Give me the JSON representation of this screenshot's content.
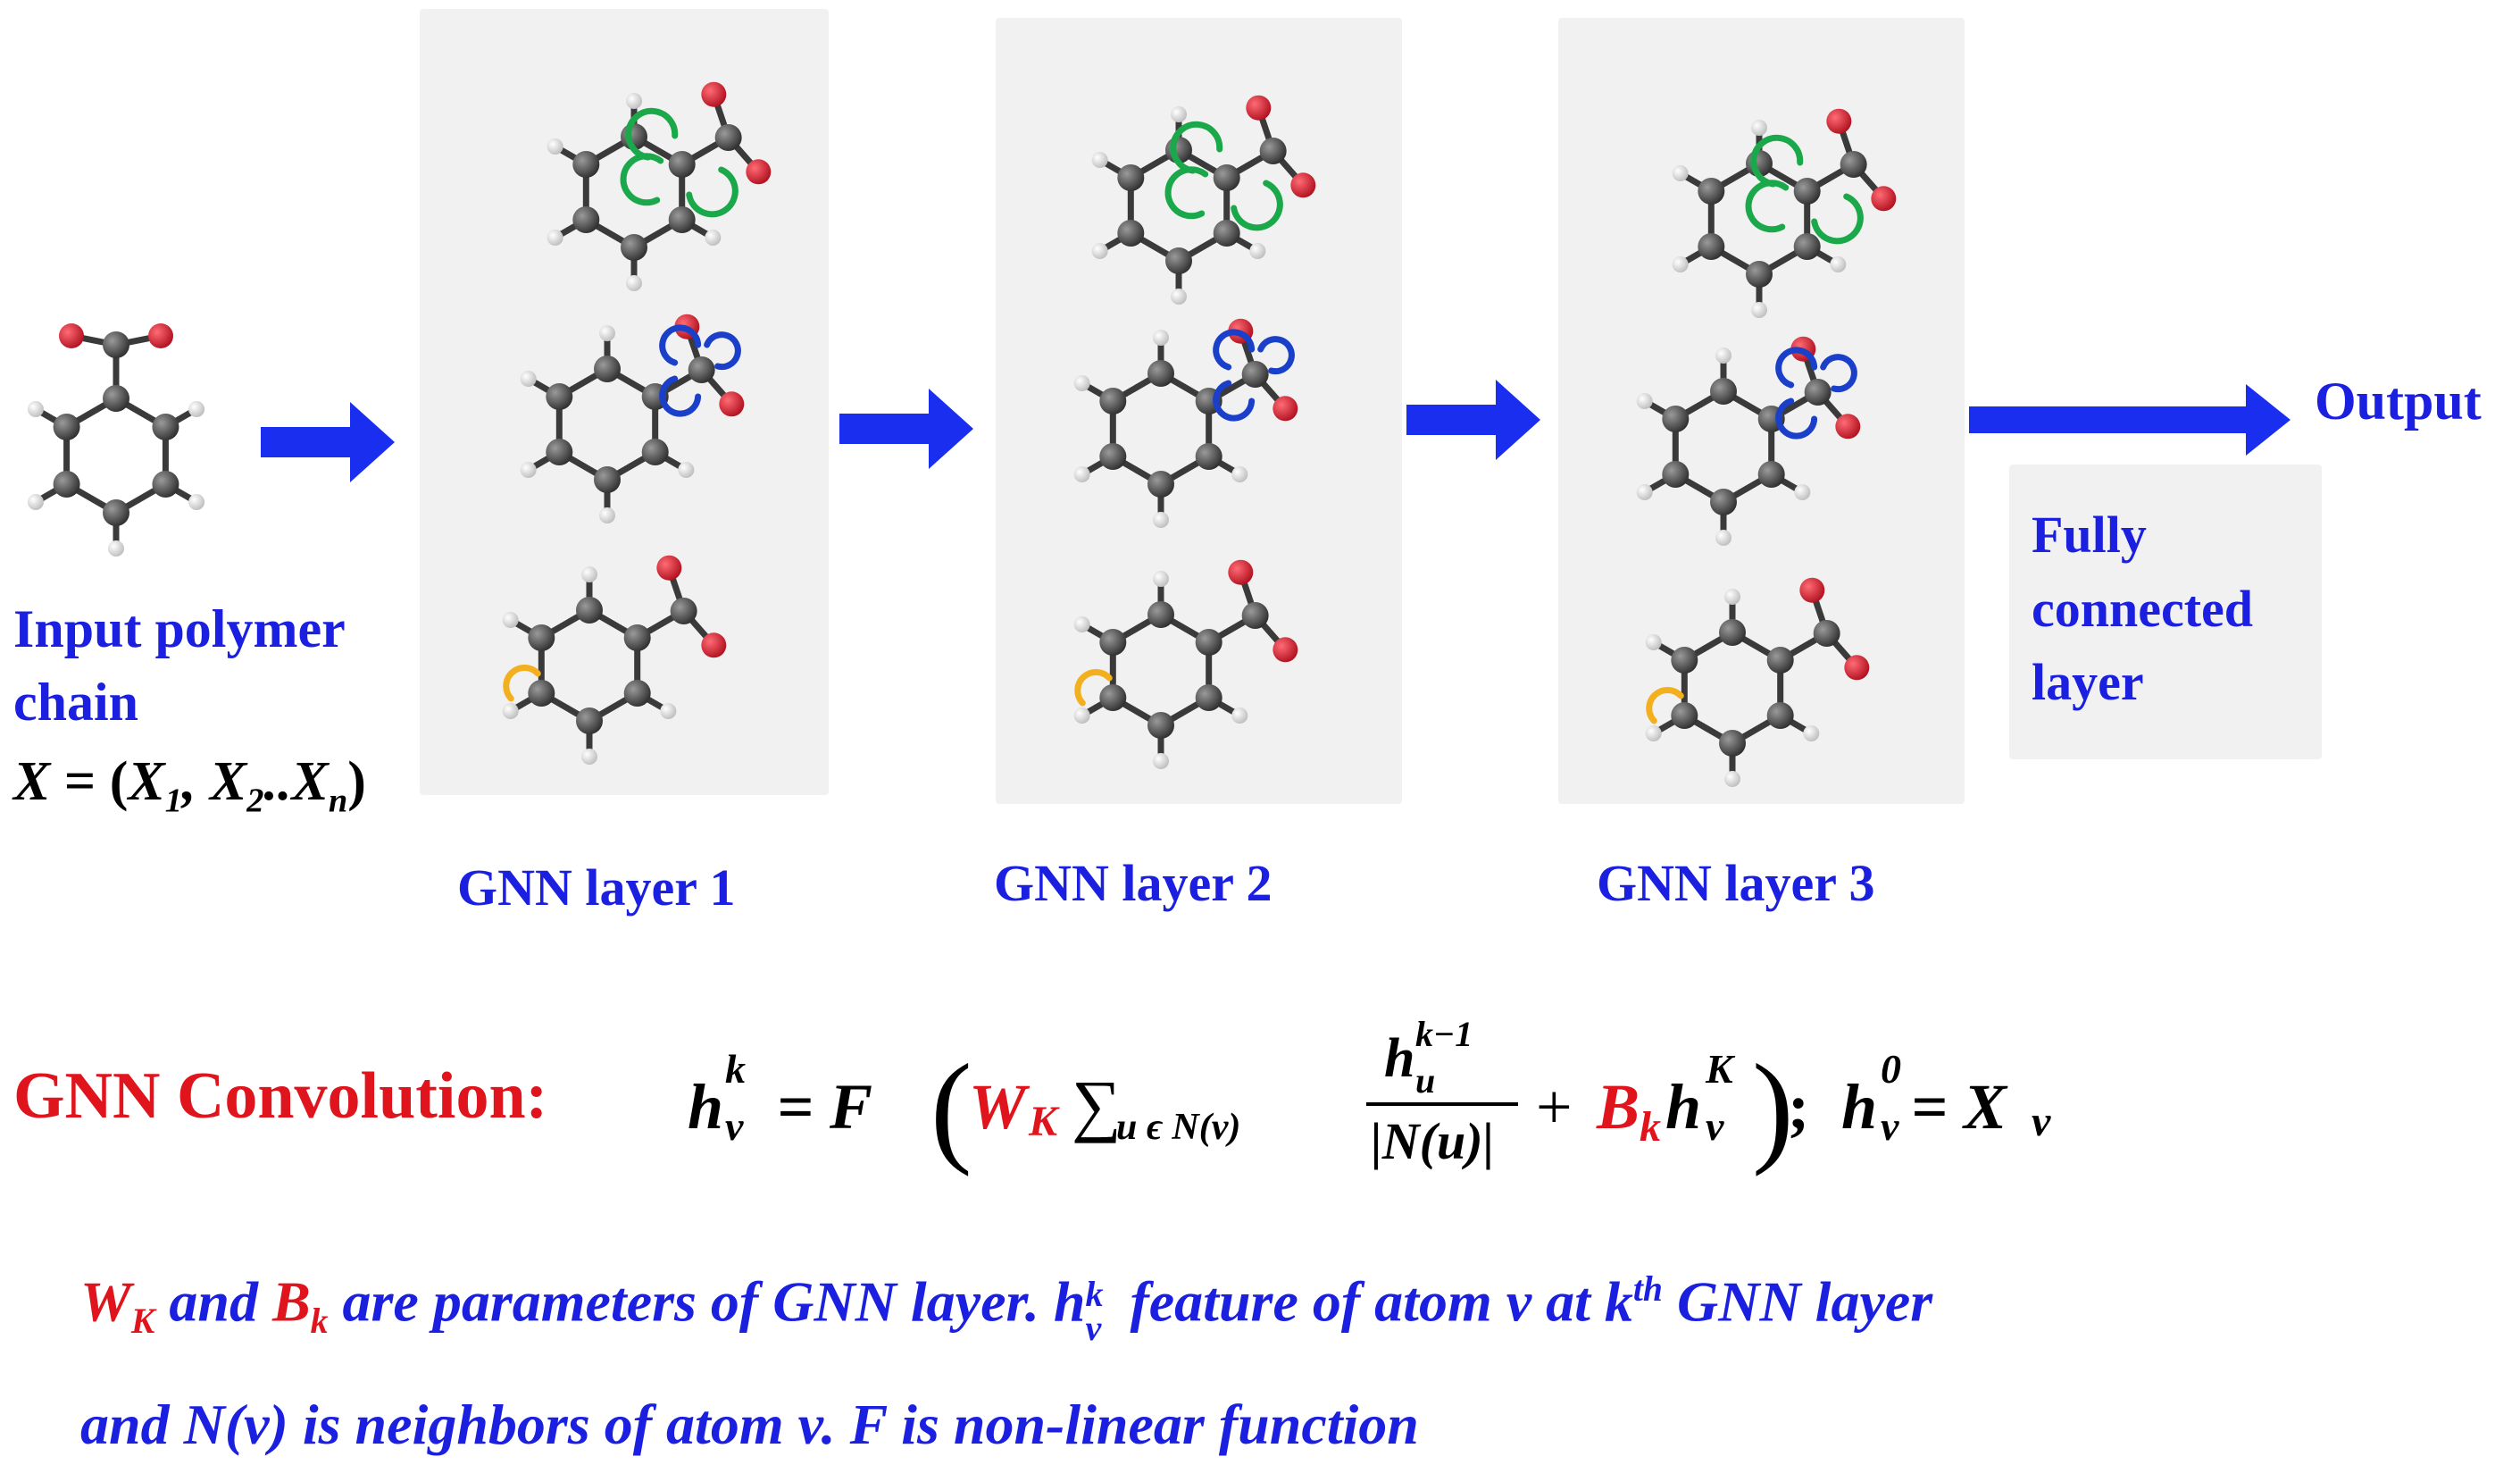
{
  "input": {
    "line1": "Input polymer",
    "line2": "chain",
    "formula_x": "X",
    "formula_eq": " = (",
    "formula_x1": "X",
    "formula_s1": "1",
    "formula_comma": ", ",
    "formula_x2": "X",
    "formula_s2": "2",
    "formula_dots": "..",
    "formula_xn": "X",
    "formula_sn": "n",
    "formula_close": ")"
  },
  "layers": [
    {
      "label": "GNN layer 1"
    },
    {
      "label": "GNN layer 2"
    },
    {
      "label": "GNN layer 3"
    }
  ],
  "fc": {
    "line1": "Fully",
    "line2": "connected",
    "line3": "layer"
  },
  "output": {
    "label": "Output"
  },
  "convolution": {
    "title": "GNN Convolution:",
    "h": "h",
    "v": "v",
    "k": "k",
    "eq": "= F",
    "W": "W",
    "K": "K",
    "sum": "∑",
    "sum_sub": "u ϵ N(v)",
    "num_h": "h",
    "num_u": "u",
    "num_sup": "k−1",
    "den": "|N(u)|",
    "plus": "+",
    "B": "B",
    "Bk": "k",
    "h2": "h",
    "h2v": "v",
    "h2K": "K",
    "semi": ";",
    "h0": "h",
    "h0v": "v",
    "h0sup": "0",
    "eq2": "= X",
    "xv": "v"
  },
  "notes": {
    "W": "W",
    "WK": "K",
    "and": " and ",
    "B": "B",
    "Bk": "k",
    "line1_rest": " are parameters of GNN layer. ",
    "h": "h",
    "hv": "v",
    "hk": "k",
    "feature": " feature of atom v at k",
    "th": "th",
    "gnn_layer": " GNN layer",
    "line2": "and N(v) is neighbors of atom v. F is non-linear function"
  },
  "colors": {
    "blue_text": "#1a1fe0",
    "red_text": "#e0141c",
    "arrow": "#1a2ef0",
    "carbon": "#555555",
    "oxygen": "#d8182b",
    "hydrogen": "#ffffff",
    "green_arc": "#1aa84a",
    "blue_arc": "#1a3fc8",
    "orange_arc": "#f2b01e",
    "panel": "#f2f1f1"
  }
}
